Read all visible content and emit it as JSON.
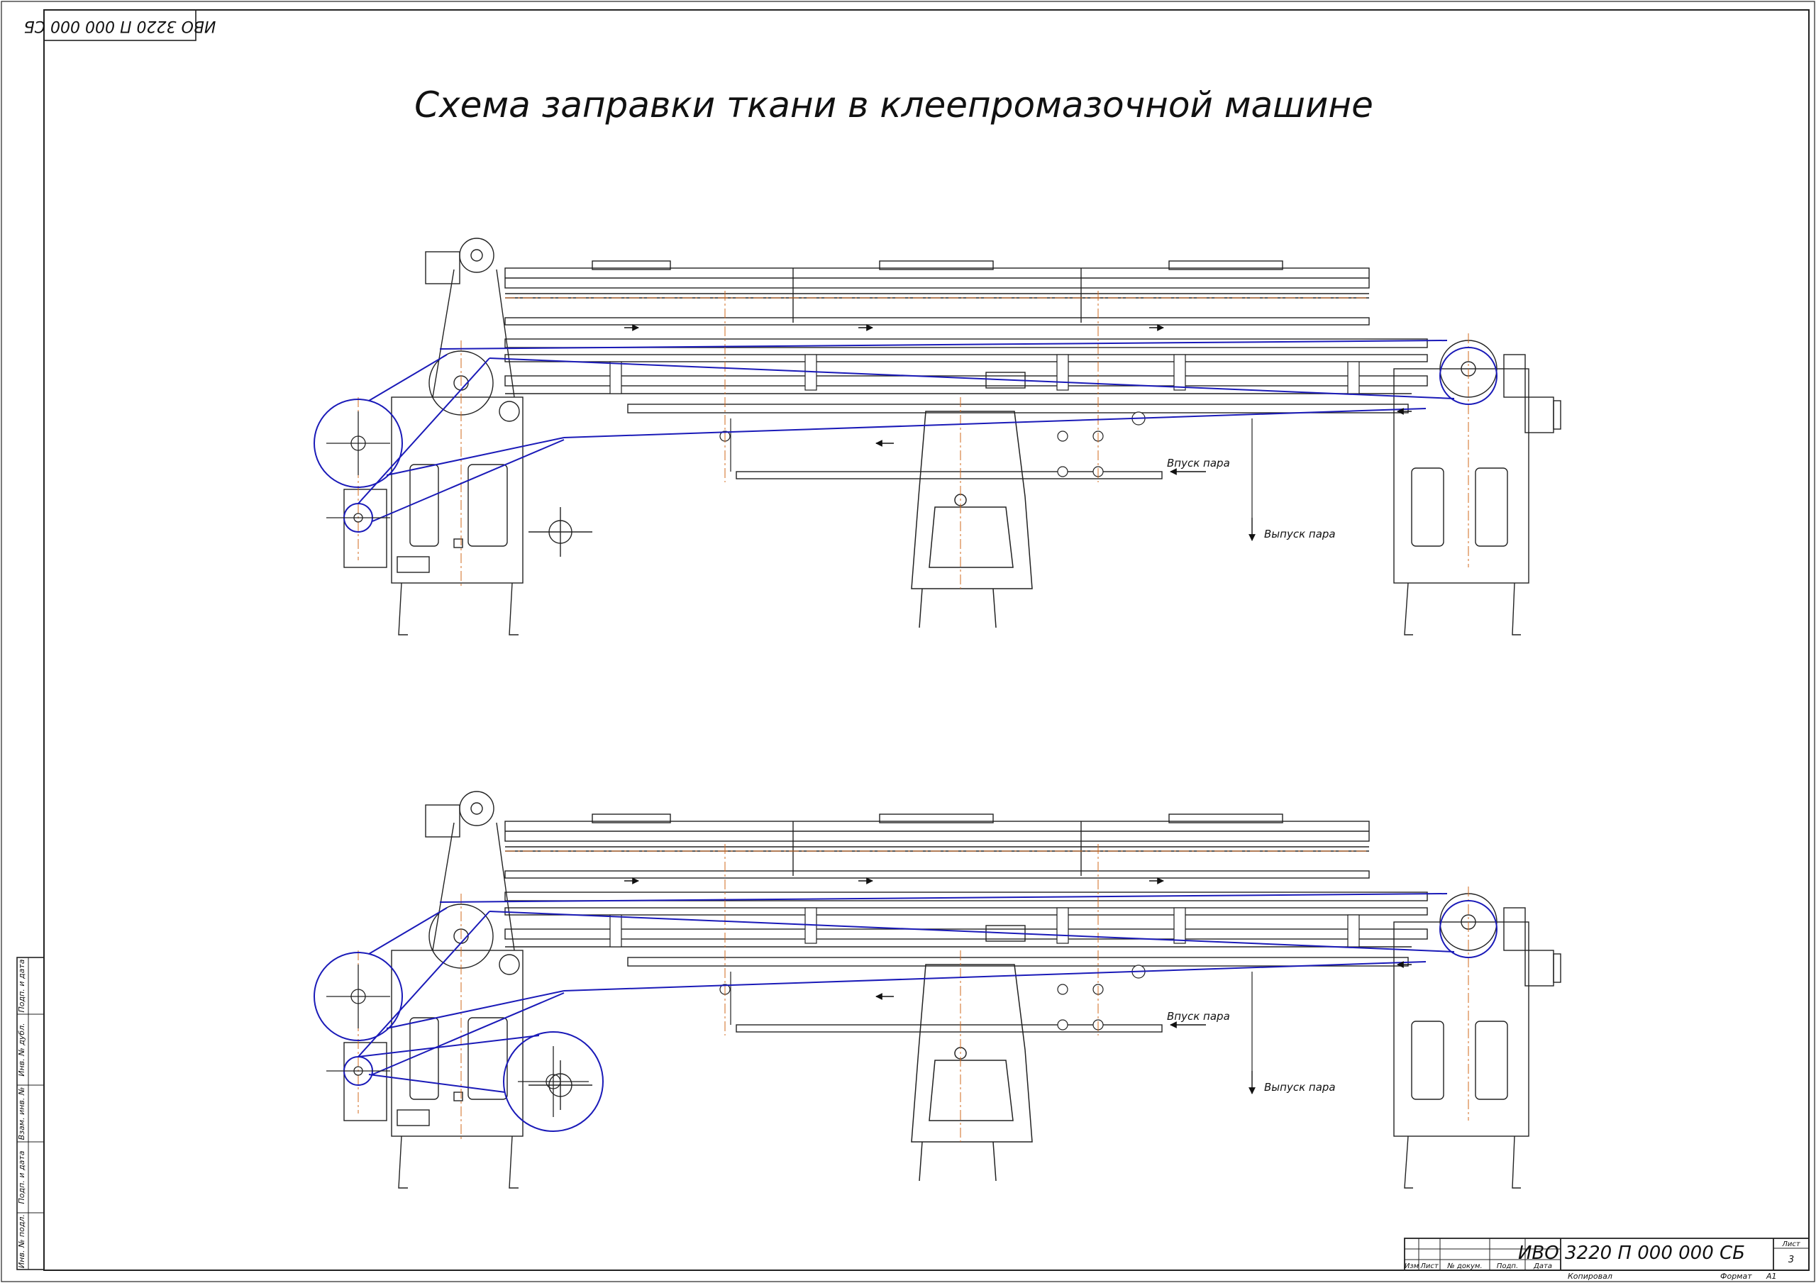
{
  "title": "Схема заправки ткани в клеепромазочной машине",
  "stamp_top": "ИВО 3220 П 000 000 СБ",
  "views": [
    {
      "steam_in": "Впуск пара",
      "steam_out": "Выпуск пара"
    },
    {
      "steam_in": "Впуск пара",
      "steam_out": "Выпуск пара"
    }
  ],
  "title_block": {
    "designation": "ИВО 3220 П 000 000 СБ",
    "headers": [
      "Изм",
      "Лист",
      "№ докум.",
      "Подп.",
      "Дата"
    ],
    "sheet_label": "Лист",
    "sheet_number": "3",
    "copied": "Копировал",
    "format_label": "Формат",
    "format_value": "А1"
  },
  "side_stamp": [
    "Подп. и дата",
    "Инв. № дубл.",
    "Взам. инв. №",
    "Подп. и дата",
    "Инв. № подл."
  ],
  "colors": {
    "line": "#222222",
    "fabric_path": "#1a1ab8",
    "axis": "#d2691e"
  }
}
